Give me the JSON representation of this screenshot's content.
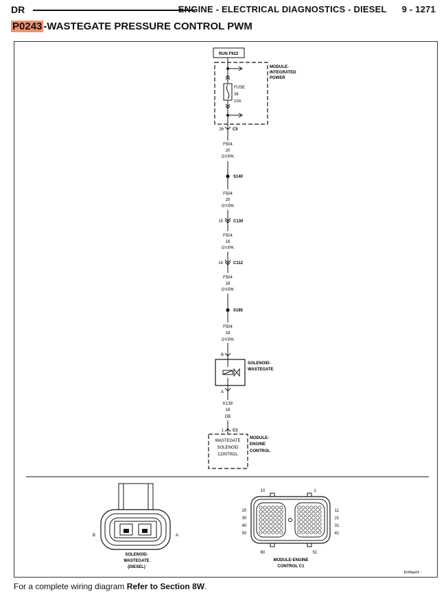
{
  "header": {
    "section": "DR",
    "chapter": "ENGINE - ELECTRICAL DIAGNOSTICS - DIESEL",
    "page": "9 - 1271"
  },
  "title": {
    "code": "P0243",
    "text": "-WASTEGATE PRESSURE CONTROL PWM"
  },
  "diagram": {
    "run_label": "RUN F922",
    "mip_label": [
      "MODULE-",
      "INTEGRATED",
      "POWER"
    ],
    "fuse_label": [
      "FUSE",
      "36",
      "10A"
    ],
    "c5": {
      "pin": "26",
      "name": "C5"
    },
    "wire1": [
      "F504",
      "20",
      "GY/PK"
    ],
    "s140": "S140",
    "wire2": [
      "F504",
      "20",
      "GY/PK"
    ],
    "c130": {
      "pin": "15",
      "name": "C130"
    },
    "wire3": [
      "F504",
      "18",
      "GY/PK"
    ],
    "c112": {
      "pin": "14",
      "name": "C112"
    },
    "wire4": [
      "F504",
      "18",
      "GY/PK"
    ],
    "s185": "S185",
    "wire5": [
      "F504",
      "18",
      "GY/PK"
    ],
    "pin_b": "B",
    "solenoid_label": [
      "SOLENOID-",
      "WASTEGATE"
    ],
    "pin_a": "A",
    "wire6": [
      "K139",
      "18",
      "DB"
    ],
    "c1": {
      "pin": "1",
      "name": "C1"
    },
    "ecm_internal": [
      "WASTEGATE",
      "SOLENOID",
      "CONTROL"
    ],
    "ecm_label": [
      "MODULE-",
      "ENGINE",
      "CONTROL"
    ]
  },
  "connectors": {
    "solenoid": {
      "pin_left": "B",
      "pin_right": "A",
      "label": [
        "SOLENOID-",
        "WASTEGATE",
        "(DIESEL)"
      ]
    },
    "ecm": {
      "top_left": "10",
      "top_right": "1",
      "left_pins": [
        "20",
        "30",
        "40",
        "50"
      ],
      "right_pins": [
        "11",
        "21",
        "31",
        "41"
      ],
      "bottom_left": "60",
      "bottom_right": "51",
      "label": [
        "MODULE-ENGINE",
        "CONTROL C1"
      ]
    },
    "ref_code": "8149ae04"
  },
  "footer": {
    "prefix": "For a complete wiring diagram ",
    "link": "Refer to Section 8W",
    "suffix": "."
  }
}
